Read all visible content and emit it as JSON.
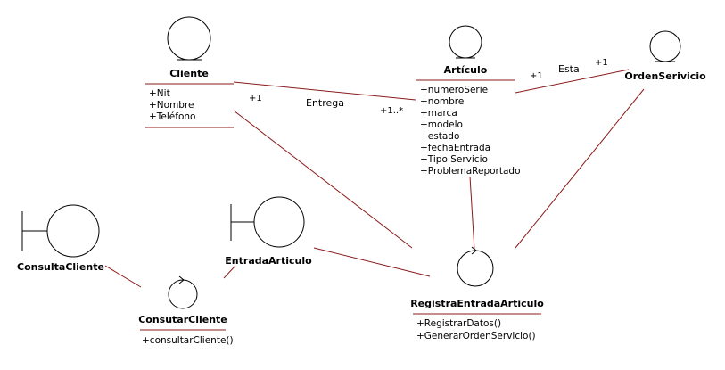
{
  "entities": {
    "cliente": {
      "name": "Cliente",
      "attributes": [
        "+Nit",
        "+Nombre",
        "+Teléfono"
      ]
    },
    "articulo": {
      "name": "Artículo",
      "attributes": [
        "+numeroSerie",
        "+nombre",
        "+marca",
        "+modelo",
        "+estado",
        "+fechaEntrada",
        "+Tipo Servicio",
        "+ProblemaReportado"
      ]
    },
    "orden": {
      "name": "OrdenSerivicio"
    }
  },
  "boundaries": {
    "consulta": {
      "name": "ConsultaCliente"
    },
    "entrada": {
      "name": "EntradaArticulo"
    }
  },
  "controls": {
    "consultar": {
      "name": "ConsutarCliente",
      "operations": [
        "+consultarCliente()"
      ]
    },
    "registra": {
      "name": "RegistraEntradaArticulo",
      "operations": [
        "+RegistrarDatos()",
        "+GenerarOrdenServicio()"
      ]
    }
  },
  "associations": {
    "entrega": {
      "label": "Entrega",
      "mult_a": "+1",
      "mult_b": "+1..*"
    },
    "esta": {
      "label": "Esta",
      "mult_a": "+1",
      "mult_b": "+1"
    }
  }
}
